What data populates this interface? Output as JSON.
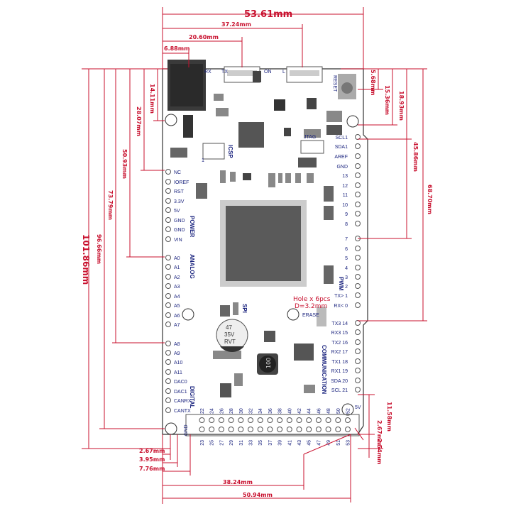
{
  "dimensions": {
    "width_total": "53.61mm",
    "d_37_24": "37.24mm",
    "d_20_60": "20.60mm",
    "d_6_88": "6.88mm",
    "d_14_11": "14.11mm",
    "d_28_07": "28.07mm",
    "d_50_93": "50.93mm",
    "d_73_79": "73.79mm",
    "d_96_66": "96.66mm",
    "height_total": "101.86mm",
    "d_5_68": "5.68mm",
    "d_15_36": "15.36mm",
    "d_18_93": "18.93mm",
    "d_45_86": "45.86mm",
    "d_68_70": "68.70mm",
    "d_11_58": "11.58mm",
    "d_2_67_r": "2.67mm",
    "d_2_54": "2.54mm",
    "d_2_67_l": "2.67mm",
    "d_3_95": "3.95mm",
    "d_7_76": "7.76mm",
    "d_38_24": "38.24mm",
    "d_50_94": "50.94mm"
  },
  "labels": {
    "power": "POWER",
    "analog": "ANALOG",
    "digital": "DIGITAL",
    "pwm": "PWM",
    "communication": "COMMUNICATION",
    "icsp": "ICSP",
    "spi": "SPI",
    "jtag": "JTAG",
    "reset": "RESET",
    "erase": "ERASE",
    "hole_note_1": "Hole x 6pcs",
    "hole_note_2": "D=3.2mm",
    "cap_1": "47",
    "cap_2": "35V",
    "cap_3": "RVT",
    "inductor": "100",
    "rx": "RX",
    "tx": "TX",
    "on": "ON",
    "l": "L",
    "gnd_bottom": "GND",
    "five_v": "5V",
    "icsp_pin1": "1"
  },
  "left_pins": [
    "NC",
    "IOREF",
    "RST",
    "3.3V",
    "5V",
    "GND",
    "GND",
    "VIN",
    "A0",
    "A1",
    "A2",
    "A3",
    "A4",
    "A5",
    "A6",
    "A7",
    "A8",
    "A9",
    "A10",
    "A11",
    "DAC0",
    "DAC1",
    "CANRX",
    "CANTX"
  ],
  "right_top_pins": [
    "SCL1",
    "SDA1",
    "AREF",
    "GND",
    "13",
    "12",
    "11",
    "10",
    "9",
    "8"
  ],
  "right_pwm_pins": [
    "7",
    "6",
    "5",
    "4",
    "3",
    "2",
    "TX> 1",
    "RX< 0"
  ],
  "right_comm_pins": [
    "TX3 14",
    "RX3 15",
    "TX2 16",
    "RX2 17",
    "TX1 18",
    "RX1 19",
    "SDA 20",
    "SCL 21"
  ],
  "bottom_top_row": [
    "52",
    "50",
    "48",
    "46",
    "44",
    "42",
    "40",
    "38",
    "36",
    "34",
    "32",
    "30",
    "28",
    "26",
    "24",
    "22"
  ],
  "bottom_bottom_row": [
    "53",
    "51",
    "49",
    "47",
    "45",
    "43",
    "41",
    "39",
    "37",
    "35",
    "33",
    "31",
    "29",
    "27",
    "25",
    "23"
  ],
  "colors": {
    "dimension": "#c8102e",
    "silk": "#1a237e",
    "chip": "#555555"
  }
}
